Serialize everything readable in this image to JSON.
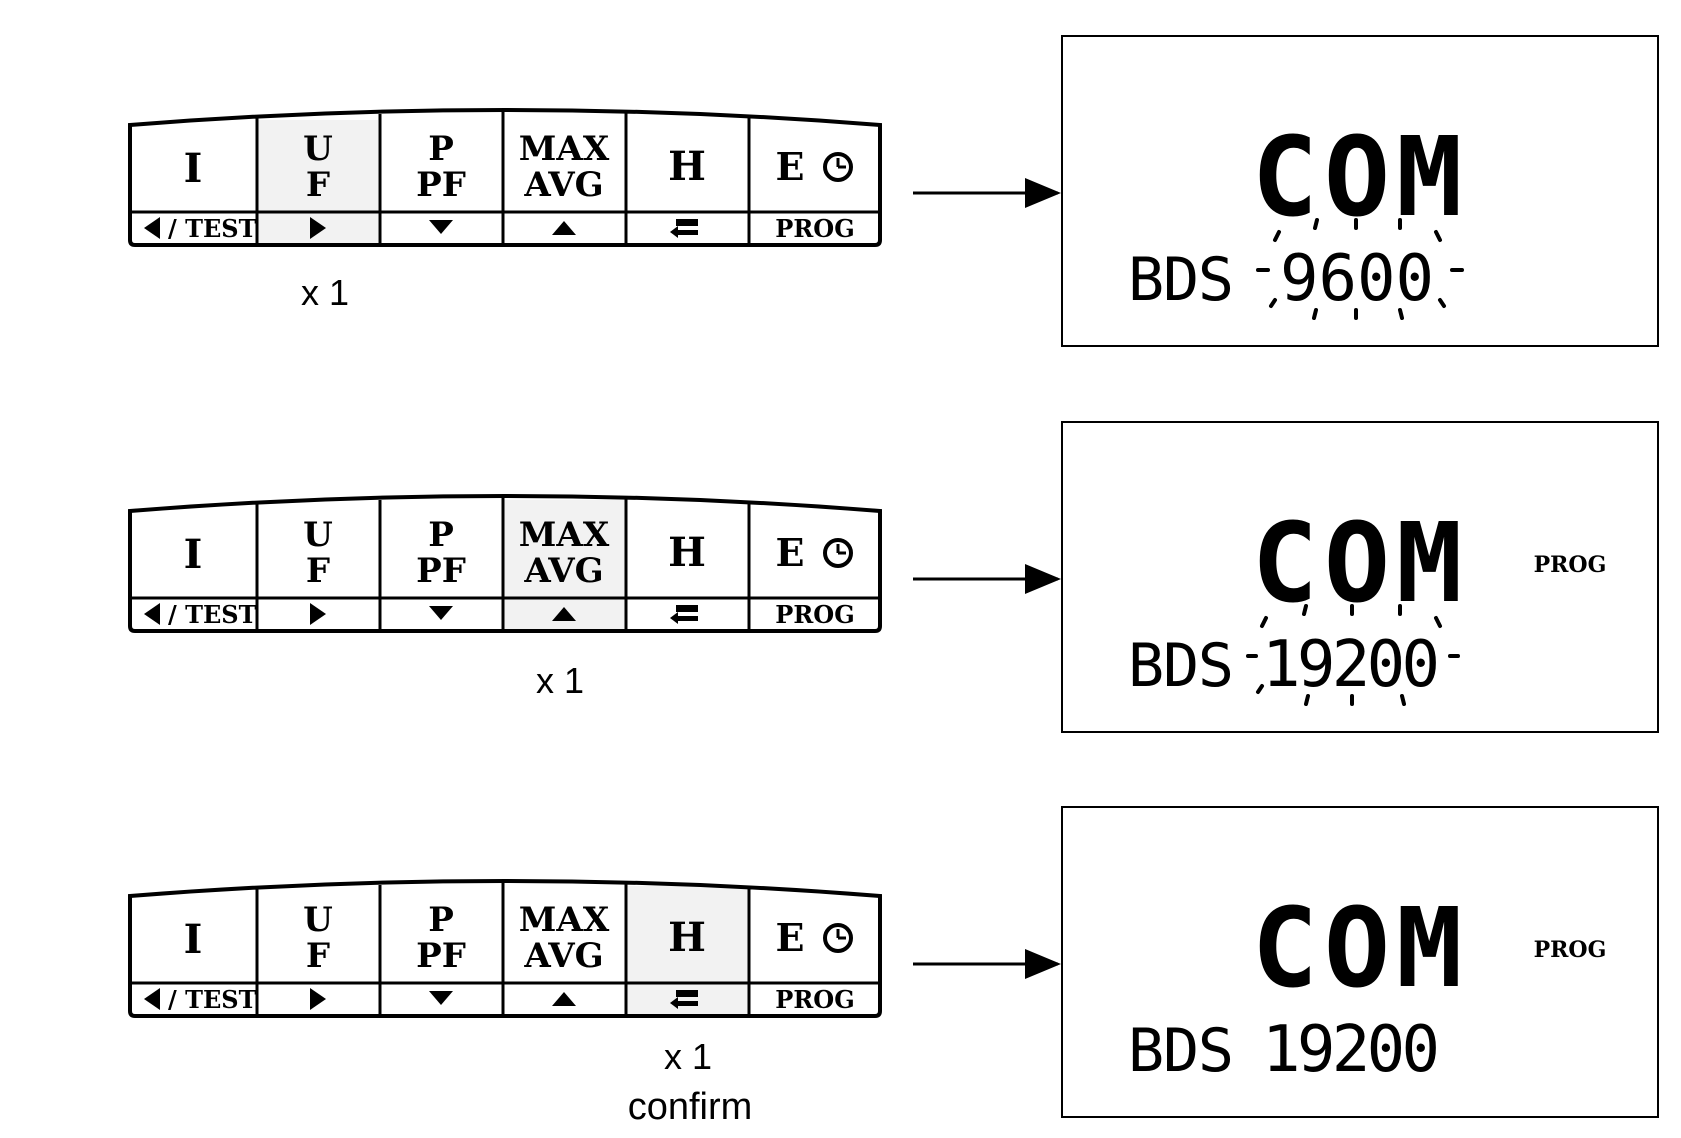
{
  "keypad": {
    "top_labels": [
      {
        "line1": "I",
        "line2": ""
      },
      {
        "line1": "U",
        "line2": "F"
      },
      {
        "line1": "P",
        "line2": "PF"
      },
      {
        "line1": "MAX",
        "line2": "AVG"
      },
      {
        "line1": "H",
        "line2": ""
      },
      {
        "line1": "E",
        "line2": ""
      }
    ],
    "bottom_labels": [
      "/ TEST",
      "",
      "",
      "",
      "",
      "PROG"
    ],
    "clock_icon": "clock-icon",
    "icons": [
      "left-triangle-icon",
      "right-triangle-icon",
      "down-triangle-icon",
      "up-triangle-icon",
      "enter-icon"
    ],
    "highlight_color": "#f2f2f2"
  },
  "steps": [
    {
      "pressed_key": "U/F",
      "count": "x 1",
      "note": "",
      "display": {
        "main": "COM",
        "param": "BDS",
        "value": "9600",
        "prog": "",
        "blinking": true
      }
    },
    {
      "pressed_key": "MAX/AVG",
      "count": "x 1",
      "note": "",
      "display": {
        "main": "COM",
        "param": "BDS",
        "value": "19200",
        "prog": "PROG",
        "blinking": true
      }
    },
    {
      "pressed_key": "H",
      "count": "x 1",
      "note": "confirm",
      "display": {
        "main": "COM",
        "param": "BDS",
        "value": "19200",
        "prog": "PROG",
        "blinking": false
      }
    }
  ]
}
